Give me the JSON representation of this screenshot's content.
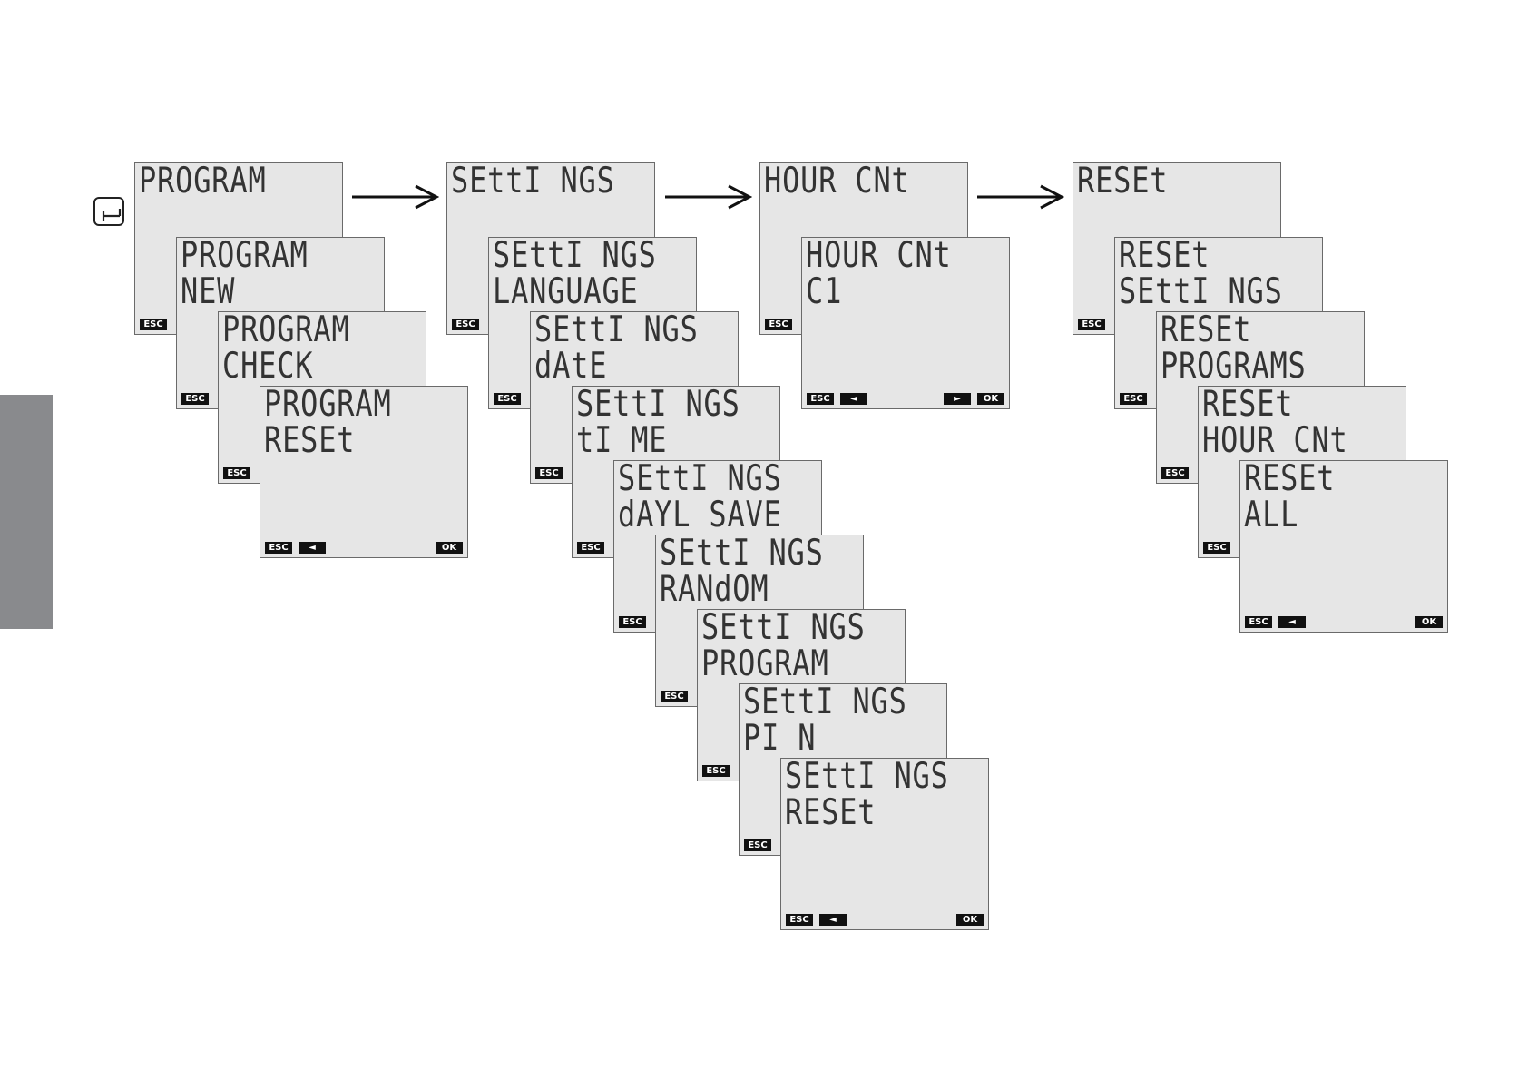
{
  "icons": {
    "enter": "enter-key-icon",
    "left": "left-triangle-icon",
    "right": "right-triangle-icon",
    "flow": "right-arrow-icon"
  },
  "keys": {
    "esc": "ESC",
    "ok": "OK",
    "prev": "◄",
    "next": "►"
  },
  "columns": [
    {
      "screens": [
        {
          "line1": "PROGRAM",
          "line2": "",
          "keys": [
            "esc"
          ]
        },
        {
          "line1": "PROGRAM",
          "line2": "NEW",
          "keys": [
            "esc"
          ]
        },
        {
          "line1": "PROGRAM",
          "line2": "CHECK",
          "keys": [
            "esc"
          ]
        },
        {
          "line1": "PROGRAM",
          "line2": "RESEt",
          "keys": [
            "esc",
            "prev",
            "ok"
          ]
        }
      ]
    },
    {
      "screens": [
        {
          "line1": "SEttI NGS",
          "line2": "",
          "keys": [
            "esc"
          ]
        },
        {
          "line1": "SEttI NGS",
          "line2": "LANGUAGE",
          "keys": [
            "esc"
          ]
        },
        {
          "line1": "SEttI NGS",
          "line2": "dAtE",
          "keys": [
            "esc"
          ]
        },
        {
          "line1": "SEttI NGS",
          "line2": "tI ME",
          "keys": [
            "esc"
          ]
        },
        {
          "line1": "SEttI NGS",
          "line2": "dAYL SAVE",
          "keys": [
            "esc"
          ]
        },
        {
          "line1": "SEttI NGS",
          "line2": "RANdOM",
          "keys": [
            "esc"
          ]
        },
        {
          "line1": "SEttI NGS",
          "line2": "PROGRAM",
          "keys": [
            "esc"
          ]
        },
        {
          "line1": "SEttI NGS",
          "line2": "PI N",
          "keys": [
            "esc"
          ]
        },
        {
          "line1": "SEttI NGS",
          "line2": "RESEt",
          "keys": [
            "esc",
            "prev",
            "ok"
          ]
        }
      ]
    },
    {
      "screens": [
        {
          "line1": "HOUR CNt",
          "line2": "",
          "keys": [
            "esc"
          ]
        },
        {
          "line1": "HOUR CNt",
          "line2": "C1",
          "keys": [
            "esc",
            "prev",
            "next",
            "ok"
          ]
        }
      ]
    },
    {
      "screens": [
        {
          "line1": "RESEt",
          "line2": "",
          "keys": [
            "esc"
          ]
        },
        {
          "line1": "RESEt",
          "line2": "SEttI NGS",
          "keys": [
            "esc"
          ]
        },
        {
          "line1": "RESEt",
          "line2": "PROGRAMS",
          "keys": [
            "esc"
          ]
        },
        {
          "line1": "RESEt",
          "line2": "HOUR CNt",
          "keys": [
            "esc"
          ]
        },
        {
          "line1": "RESEt",
          "line2": "ALL",
          "keys": [
            "esc",
            "prev",
            "ok"
          ]
        }
      ]
    }
  ]
}
